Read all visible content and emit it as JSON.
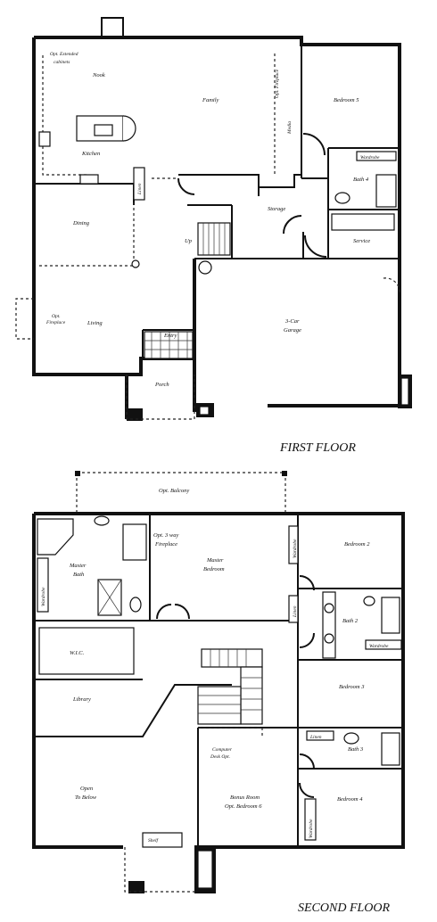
{
  "first_floor": {
    "title": "FIRST FLOOR",
    "rooms": {
      "opt_cabinets_1": "Opt. Extended",
      "opt_cabinets_2": "cabinets",
      "nook": "Nook",
      "family": "Family",
      "kitchen": "Kitchen",
      "bedroom5": "Bedroom 5",
      "wardrobe": "Wardrobe",
      "bath4": "Bath 4",
      "dining": "Dining",
      "storage": "Storage",
      "service": "Service",
      "up": "Up",
      "living": "Living",
      "opt_fireplace_1": "Opt.",
      "opt_fireplace_2": "Fireplace",
      "entry": "Entry",
      "porch": "Porch",
      "garage_1": "3-Car",
      "garage_2": "Garage",
      "media": "Media",
      "opt_fireplace_family": "Opt. Fireplace",
      "linen": "Linen"
    }
  },
  "second_floor": {
    "title": "SECOND FLOOR",
    "rooms": {
      "opt_balcony": "Opt. Balcony",
      "opt_fireplace_1": "Opt. 3 way",
      "opt_fireplace_2": "Fireplace",
      "master_bedroom_1": "Master",
      "master_bedroom_2": "Bedroom",
      "master_bath_1": "Master",
      "master_bath_2": "Bath",
      "bedroom2": "Bedroom 2",
      "bath2": "Bath 2",
      "wardrobe": "Wardrobe",
      "linen": "Linen",
      "wic": "W.I.C.",
      "library": "Library",
      "bedroom3": "Bedroom 3",
      "computer_desk_1": "Computer",
      "computer_desk_2": "Desk Opt.",
      "linen2": "Linen",
      "bath3": "Bath 3",
      "open_below_1": "Open",
      "open_below_2": "To Below",
      "bonus_1": "Bonus Room",
      "bonus_2": "Opt. Bedroom 6",
      "bedroom4": "Bedroom 4",
      "wardrobe2": "Wardrobe",
      "shelf": "Shelf",
      "wardrobe3": "Wardrobe",
      "wardrobe4": "Wardrobe"
    }
  }
}
